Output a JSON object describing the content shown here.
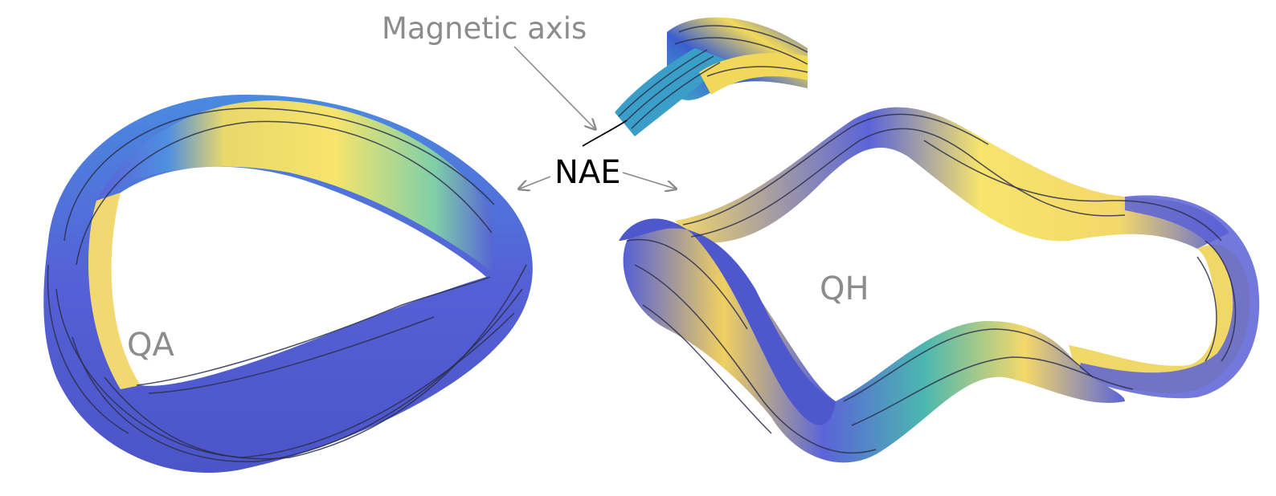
{
  "labels": {
    "magnetic_axis": "Magnetic axis",
    "nae": "NAE",
    "qa": "QA",
    "qh": "QH"
  },
  "colors": {
    "surface_low": "#5562d6",
    "surface_mid": "#3fb8b0",
    "surface_high": "#f6e46c",
    "field_line": "#2b2f4a",
    "label_gray": "#8c8c8c",
    "label_black": "#000000",
    "arrow": "#8a8a8a"
  },
  "panels": [
    {
      "id": "qa",
      "description_label": "QA"
    },
    {
      "id": "qh",
      "description_label": "QH"
    }
  ]
}
